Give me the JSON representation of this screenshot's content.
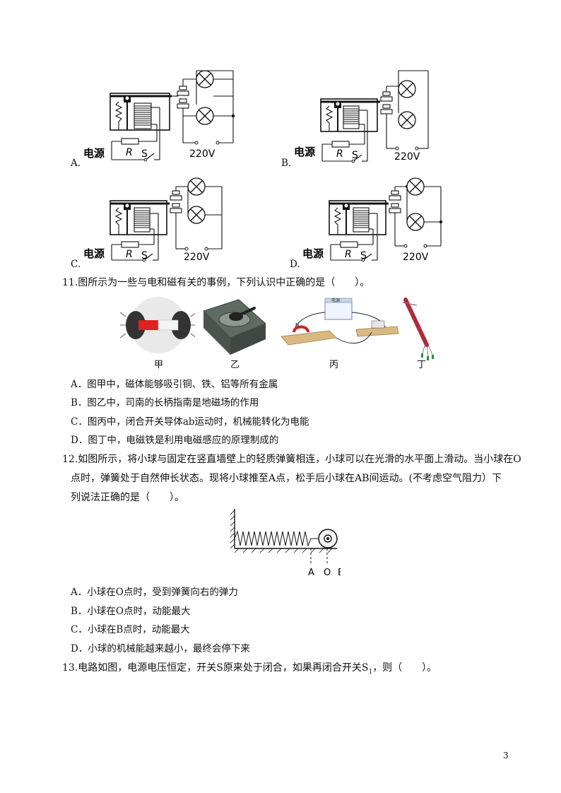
{
  "relay_options": {
    "A": {
      "letter": "A.",
      "power": "电源",
      "r": "R",
      "s": "S",
      "v": "220V"
    },
    "B": {
      "letter": "B.",
      "power": "电源",
      "r": "R",
      "s": "S",
      "v": "220V"
    },
    "C": {
      "letter": "C.",
      "power": "电源",
      "r": "R",
      "s": "S",
      "v": "220V"
    },
    "D": {
      "letter": "D.",
      "power": "电源",
      "r": "R",
      "s": "S",
      "v": "220V"
    }
  },
  "q11": {
    "stem": "11.图所示为一些与电和磁有关的事例，下列认识中正确的是（　　）。",
    "captions": [
      "甲",
      "乙",
      "丙",
      "丁"
    ],
    "power_box": "电源",
    "magnet_n": "N",
    "options": [
      "A．图甲中，磁体能够吸引铜、铁、铝等所有金属",
      "B．图乙中，司南的长柄指南是地磁场的作用",
      "C．图丙中，闭合开关导体ab运动时，机械能转化为电能",
      "D．图丁中，电磁铁是利用电磁感应的原理制成的"
    ]
  },
  "q12": {
    "line1": "12.如图所示，将小球与固定在竖直墙壁上的轻质弹簧相连，小球可以在光滑的水平面上滑动。当小球在O",
    "line2": "点时，弹簧处于自然伸长状态。现将小球推至A点，松手后小球在AB间运动。(不考虑空气阻力）下",
    "line3": "列说法正确的是（　　）。",
    "labels": {
      "a": "A",
      "o": "O",
      "b": "B"
    },
    "options": [
      "A．小球在O点时，受到弹簧向右的弹力",
      "B．小球在O点时，动能最大",
      "C．小球在B点时，动能最大",
      "D．小球的机械能越来越小，最终会停下来"
    ]
  },
  "q13": {
    "stem_a": "13.电路如图，电源电压恒定，开关S原来处于闭合，如果再闭合开关S",
    "sub": "1",
    "stem_b": "，则（　　）。"
  },
  "page_number": "3"
}
